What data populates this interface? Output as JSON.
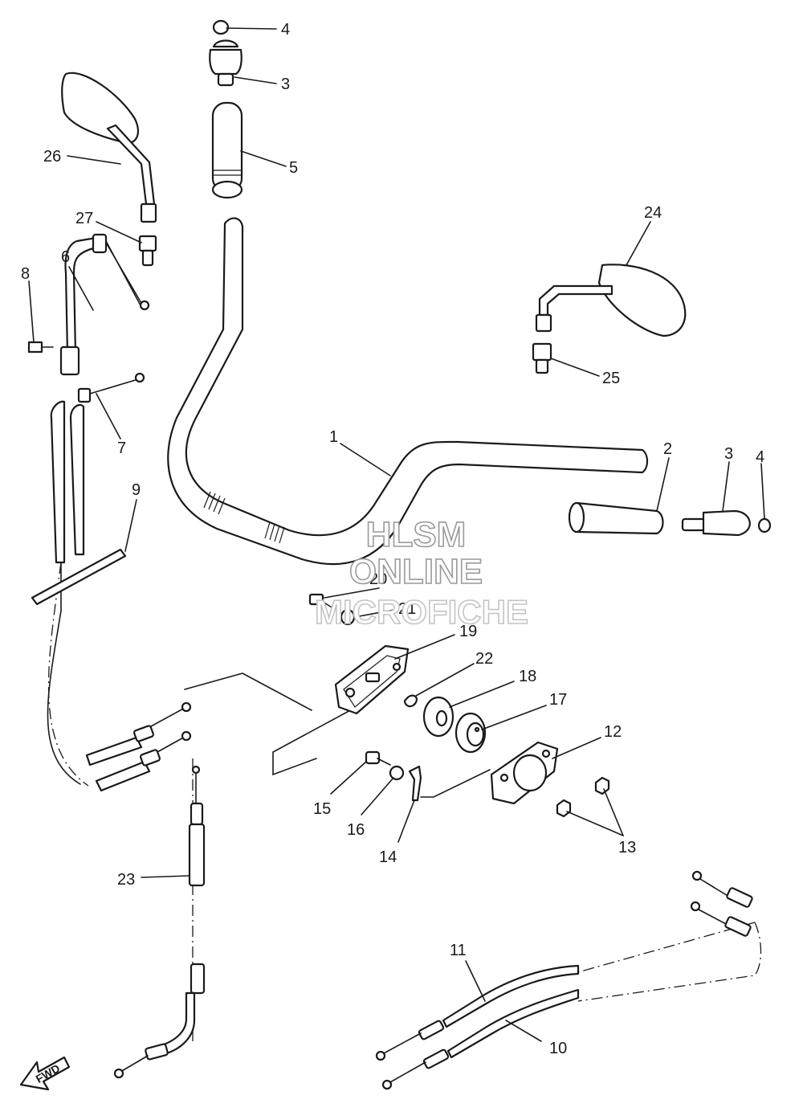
{
  "diagram": {
    "callouts": {
      "c1": "1",
      "c2": "2",
      "c3a": "3",
      "c3b": "3",
      "c4a": "4",
      "c4b": "4",
      "c5": "5",
      "c6": "6",
      "c7": "7",
      "c8": "8",
      "c9": "9",
      "c10": "10",
      "c11": "11",
      "c12": "12",
      "c13": "13",
      "c14": "14",
      "c15": "15",
      "c16": "16",
      "c17": "17",
      "c18": "18",
      "c19": "19",
      "c20": "20",
      "c21": "21",
      "c22": "22",
      "c23": "23",
      "c24": "24",
      "c25": "25",
      "c26": "26",
      "c27": "27"
    },
    "direction_badge": "FWD"
  },
  "watermark": {
    "line1": "HLSM",
    "line2": "ONLINE",
    "line3": "MICROFICHE"
  }
}
